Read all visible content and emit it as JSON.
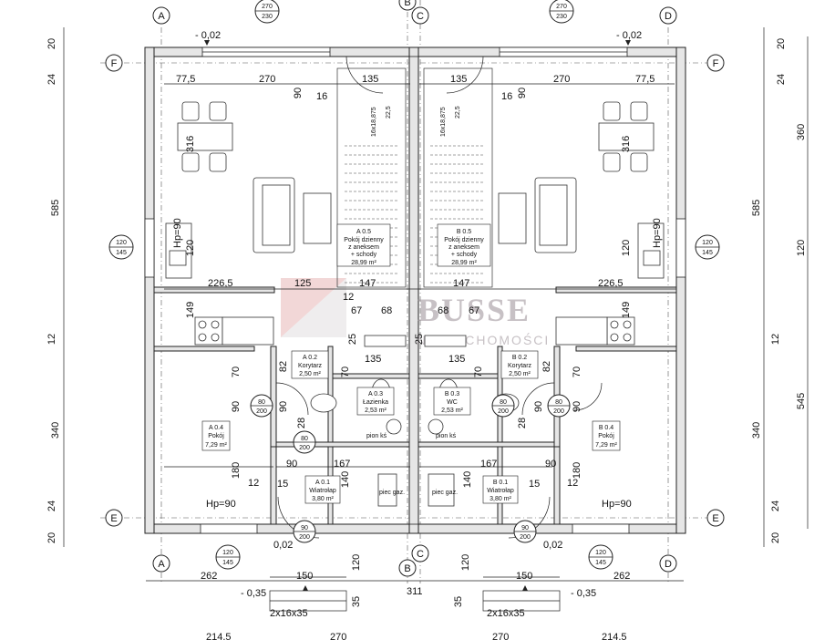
{
  "axes": {
    "A": "A",
    "B": "B",
    "C": "C",
    "D": "D",
    "E": "E",
    "F": "F"
  },
  "levels": {
    "top_left": "- 0,02",
    "top_right": "- 0,02",
    "bottom_left": "0,02",
    "bottom_right": "0,02",
    "ground_left": "- 0,35",
    "ground_right": "- 0,35"
  },
  "window_tags": {
    "top_left": {
      "w": "270",
      "h": "230"
    },
    "top_right": {
      "w": "270",
      "h": "230"
    },
    "side_left": {
      "w": "120",
      "h": "145"
    },
    "side_right": {
      "w": "120",
      "h": "145"
    },
    "bottom_left": {
      "w": "120",
      "h": "145"
    },
    "bottom_right": {
      "w": "120",
      "h": "145"
    }
  },
  "door_tags": {
    "d1": {
      "w": "80",
      "h": "200"
    },
    "d2": {
      "w": "80",
      "h": "200"
    },
    "d3": {
      "w": "80",
      "h": "200"
    },
    "d4": {
      "w": "80",
      "h": "200"
    },
    "d5": {
      "w": "90",
      "h": "200"
    },
    "d6": {
      "w": "90",
      "h": "200"
    }
  },
  "rooms": [
    {
      "id": "A 0.5",
      "name1": "Pokój dzienny",
      "name2": "z aneksem",
      "name3": "+ schody",
      "area": "28,99 m²"
    },
    {
      "id": "B 0.5",
      "name1": "Pokój dzienny",
      "name2": "z aneksem",
      "name3": "+ schody",
      "area": "28,99 m²"
    },
    {
      "id": "A 0.2",
      "name1": "Korytarz",
      "area": "2,50 m²"
    },
    {
      "id": "B 0.2",
      "name1": "Korytarz",
      "area": "2,50 m²"
    },
    {
      "id": "A 0.3",
      "name1": "Łazienka",
      "area": "2,53 m²"
    },
    {
      "id": "B 0.3",
      "name1": "WC",
      "area": "2,53 m²"
    },
    {
      "id": "A 0.4",
      "name1": "Pokój",
      "area": "7,29 m²"
    },
    {
      "id": "B 0.4",
      "name1": "Pokój",
      "area": "7,29 m²"
    },
    {
      "id": "A 0.1",
      "name1": "Wiatrołap",
      "area": "3,80 m²"
    },
    {
      "id": "B 0.1",
      "name1": "Wiatrołap",
      "area": "3,80 m²"
    }
  ],
  "labels": {
    "pion_left": "pion kś",
    "pion_right": "pion kś",
    "piec_left": "piec gaz.",
    "piec_right": "piec gaz.",
    "hp_side_left": "Hp=90",
    "hp_side_right": "Hp=90",
    "hp_bottom_left": "Hp=90",
    "hp_bottom_right": "Hp=90",
    "stair_left": "16x18,875",
    "stair_right": "16x18,875",
    "stair_left2": "22,5",
    "stair_right2": "22,5",
    "steps_left": "2x16x35",
    "steps_right": "2x16x35"
  },
  "dims": {
    "top_left": "20",
    "top_right": "20",
    "f_left": "24",
    "f_right": "24",
    "left_585": "585",
    "right_585": "585",
    "right_360": "360",
    "right_120": "120",
    "left_12": "12",
    "right_12": "12",
    "left_340": "340",
    "right_340": "340",
    "right_545": "545",
    "e_left": "24",
    "e_right": "24",
    "bot_left": "20",
    "bot_right": "20",
    "d77l": "77,5",
    "d270l": "270",
    "d135l": "135",
    "d16l": "16",
    "d90l": "90",
    "d77r": "77,5",
    "d270r": "270",
    "d135r": "135",
    "d16r": "16",
    "d90r": "90",
    "d316l": "316",
    "d316r": "316",
    "d120l": "120",
    "d120r": "120",
    "d2265l": "226,5",
    "d2265r": "226,5",
    "d125": "125",
    "d147l": "147",
    "d147r": "147",
    "d12c": "12",
    "d67l": "67",
    "d68l": "68",
    "d68r": "68",
    "d67r": "67",
    "d149l": "149",
    "d149r": "149",
    "d25l": "25",
    "d25r": "25",
    "d135ml": "135",
    "d135mr": "135",
    "d82l": "82",
    "d82r": "82",
    "d70l": "70",
    "d70r": "70",
    "d70bl": "70",
    "d70br": "70",
    "d90al": "90",
    "d90ar": "90",
    "d90bl": "90",
    "d90br": "90",
    "d28l": "28",
    "d28r": "28",
    "d90cl": "90",
    "d167l": "167",
    "d167r": "167",
    "d90cr": "90",
    "d140l": "140",
    "d140r": "140",
    "d15l": "15",
    "d15r": "15",
    "d180l": "180",
    "d180r": "180",
    "d12l": "12",
    "d12r": "12",
    "b262l": "262",
    "b150l": "150",
    "b120l": "120",
    "b311": "311",
    "b120r": "120",
    "b150r": "150",
    "b262r": "262",
    "b35l": "35",
    "b35r": "35",
    "b2145": "214,5",
    "b270l": "270",
    "b270r": "270",
    "b2145r": "214,5"
  },
  "watermark": {
    "brand": "BUSSE",
    "sub": "NIERUCHOMOŚCI"
  }
}
